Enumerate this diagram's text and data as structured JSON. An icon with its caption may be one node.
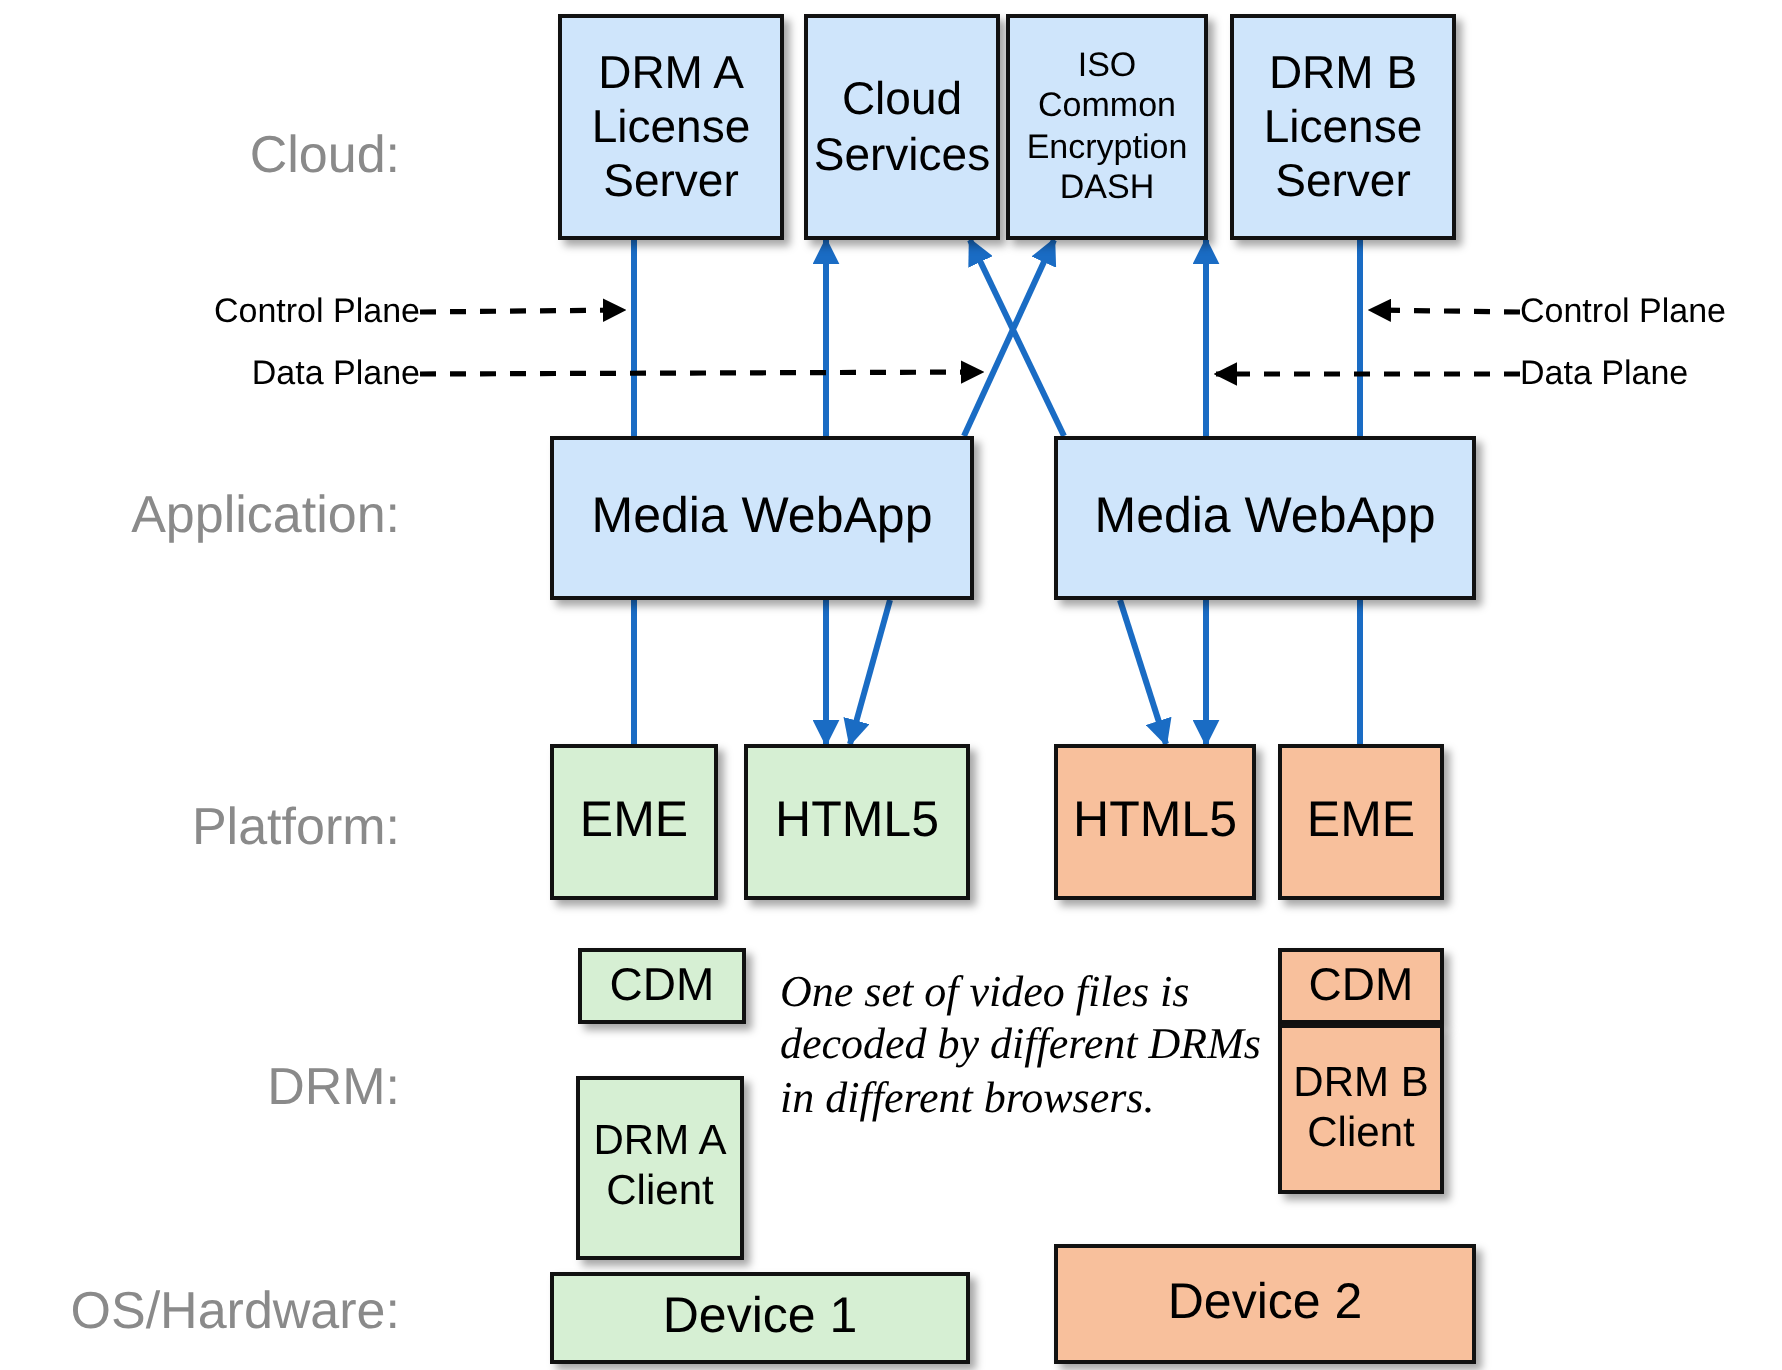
{
  "diagram": {
    "nodes": [
      {
        "text": [
          "DRM A License Server"
        ]
      },
      {
        "text": [
          "Cloud Services"
        ]
      },
      {
        "text": [
          "ISO Common Encryption DASH"
        ]
      },
      {
        "text": [
          "DRM B License Server"
        ]
      },
      {
        "text": [
          "Control Plane"
        ]
      },
      {
        "text": [
          "Data Plane"
        ]
      },
      {
        "text": [
          "Control Plane"
        ]
      },
      {
        "text": [
          "Data Plane"
        ]
      },
      {
        "text": [
          "Media WebApp"
        ]
      },
      {
        "text": [
          "Media WebApp"
        ]
      },
      {
        "text": [
          "EME"
        ]
      },
      {
        "text": [
          "HTML5"
        ]
      },
      {
        "text": [
          "HTML5"
        ]
      },
      {
        "text": [
          "EME"
        ]
      },
      {
        "text": [
          "CDM"
        ]
      },
      {
        "text": [
          "DRM A Client"
        ]
      },
      {
        "text": [
          "CDM"
        ]
      },
      {
        "text": [
          "DRM B Client"
        ]
      },
      {
        "text": [
          "Device 1"
        ]
      },
      {
        "text": [
          "Device 2"
        ]
      }
    ],
    "edges": [
      {
        "from": 8,
        "to": 0,
        "arrow": "none"
      },
      {
        "from": 8,
        "to": 1,
        "arrow": "to"
      },
      {
        "from": 8,
        "to": 2,
        "arrow": "to"
      },
      {
        "from": 9,
        "to": 1,
        "arrow": "to"
      },
      {
        "from": 9,
        "to": 2,
        "arrow": "to"
      },
      {
        "from": 9,
        "to": 3,
        "arrow": "none"
      },
      {
        "from": 4,
        "to": null,
        "arrow": "to",
        "style": "dashed",
        "color": "#000000"
      },
      {
        "from": 5,
        "to": null,
        "arrow": "to",
        "style": "dashed",
        "color": "#000000"
      },
      {
        "from": 6,
        "to": null,
        "arrow": "to",
        "style": "dashed",
        "color": "#000000"
      },
      {
        "from": 7,
        "to": null,
        "arrow": "to",
        "style": "dashed",
        "color": "#000000"
      },
      {
        "from": 8,
        "to": 10,
        "arrow": "none"
      },
      {
        "from": 8,
        "to": 11,
        "arrow": "to"
      },
      {
        "from": 8,
        "to": 11,
        "arrow": "to"
      },
      {
        "from": 9,
        "to": 12,
        "arrow": "to"
      },
      {
        "from": 9,
        "to": 12,
        "arrow": "to"
      },
      {
        "from": 9,
        "to": 13,
        "arrow": "none"
      }
    ],
    "labels": [
      "Cloud:",
      "Application:",
      "Platform:",
      "DRM:",
      "OS/Hardware:",
      "One set of video files is decoded by different DRMs in different browsers."
    ]
  }
}
